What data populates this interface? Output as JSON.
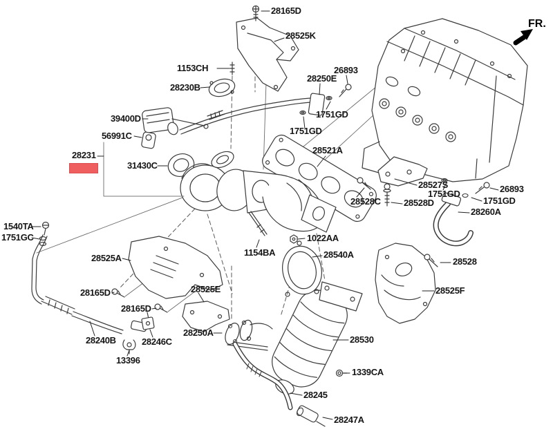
{
  "diagram": {
    "type": "exploded-parts-diagram",
    "orientation": {
      "label": "FR."
    },
    "highlight": {
      "part_number": "28231",
      "color": "#ef5f5f",
      "style_attr": "background-color:#ef5f5f"
    },
    "labels": [
      {
        "id": "28165d-top",
        "text": "28165D"
      },
      {
        "id": "28525k",
        "text": "28525K"
      },
      {
        "id": "1153ch",
        "text": "1153CH"
      },
      {
        "id": "28230b",
        "text": "28230B"
      },
      {
        "id": "26893-top",
        "text": "26893"
      },
      {
        "id": "28250e",
        "text": "28250E"
      },
      {
        "id": "1751gd-1",
        "text": "1751GD"
      },
      {
        "id": "1751gd-2",
        "text": "1751GD"
      },
      {
        "id": "39400d",
        "text": "39400D"
      },
      {
        "id": "56991c",
        "text": "56991C"
      },
      {
        "id": "28231",
        "text": "28231"
      },
      {
        "id": "31430c",
        "text": "31430C"
      },
      {
        "id": "28521a",
        "text": "28521A"
      },
      {
        "id": "28527s",
        "text": "28527S"
      },
      {
        "id": "1751gd-3",
        "text": "1751GD"
      },
      {
        "id": "26893-right",
        "text": "26893"
      },
      {
        "id": "1751gd-4",
        "text": "1751GD"
      },
      {
        "id": "28528c",
        "text": "28528C"
      },
      {
        "id": "28528d",
        "text": "28528D"
      },
      {
        "id": "28260a",
        "text": "28260A"
      },
      {
        "id": "1540ta",
        "text": "1540TA"
      },
      {
        "id": "1751gc",
        "text": "1751GC"
      },
      {
        "id": "1022aa",
        "text": "1022AA"
      },
      {
        "id": "1154ba",
        "text": "1154BA"
      },
      {
        "id": "28540a",
        "text": "28540A"
      },
      {
        "id": "28528",
        "text": "28528"
      },
      {
        "id": "28525a",
        "text": "28525A"
      },
      {
        "id": "28525f",
        "text": "28525F"
      },
      {
        "id": "28525e",
        "text": "28525E"
      },
      {
        "id": "28165d-left",
        "text": "28165D"
      },
      {
        "id": "28165d-mid",
        "text": "28165D"
      },
      {
        "id": "28250a",
        "text": "28250A"
      },
      {
        "id": "28530",
        "text": "28530"
      },
      {
        "id": "28240b",
        "text": "28240B"
      },
      {
        "id": "28246c",
        "text": "28246C"
      },
      {
        "id": "13396",
        "text": "13396"
      },
      {
        "id": "1339ca",
        "text": "1339CA"
      },
      {
        "id": "28245",
        "text": "28245"
      },
      {
        "id": "28247a",
        "text": "28247A"
      }
    ]
  }
}
